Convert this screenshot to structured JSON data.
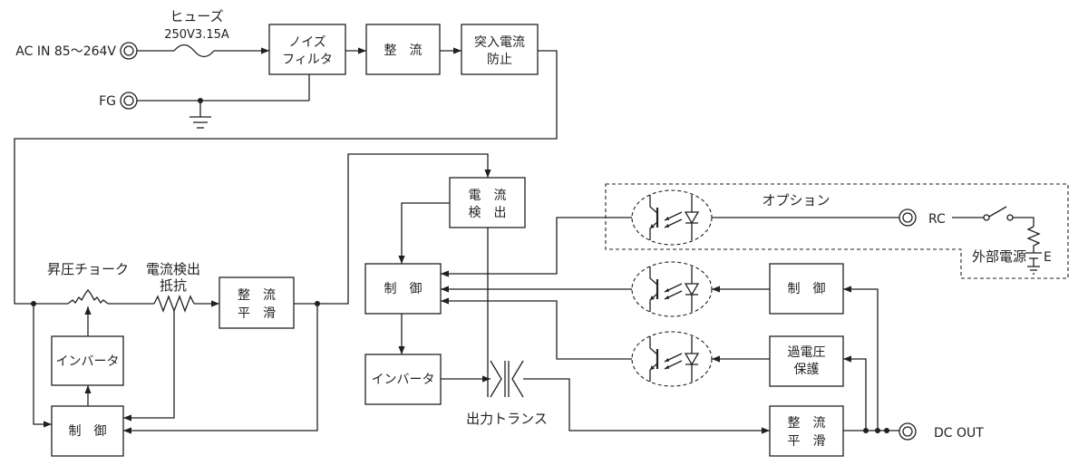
{
  "input": {
    "ac_in_label": "AC IN 85～264V",
    "fg_label": "FG"
  },
  "fuse": {
    "name": "ヒューズ",
    "rating": "250V3.15A"
  },
  "primary": {
    "noise_filter": [
      "ノイズ",
      "フィルタ"
    ],
    "rectifier": "整　流",
    "inrush_limiter": [
      "突入電流",
      "防止"
    ],
    "boost_choke": "昇圧チョーク",
    "current_sense_resistor": [
      "電流検出",
      "抵抗"
    ],
    "rect_smooth": [
      "整　流",
      "平　滑"
    ],
    "inverter": "インバータ",
    "control": "制　御"
  },
  "power_stage": {
    "current_detect": [
      "電　流",
      "検　出"
    ],
    "control": "制　御",
    "inverter": "インバータ",
    "output_transformer": "出力トランス"
  },
  "option": {
    "title": "オプション",
    "rc_label": "RC",
    "external_power_label": "外部電源",
    "battery_label": "E"
  },
  "secondary": {
    "control": "制　御",
    "over_voltage_protection": [
      "過電圧",
      "保護"
    ],
    "rect_smooth": [
      "整　流",
      "平　滑"
    ],
    "dc_out_label": "DC OUT"
  },
  "colors": {
    "line": "#231f20",
    "background": "#ffffff"
  }
}
